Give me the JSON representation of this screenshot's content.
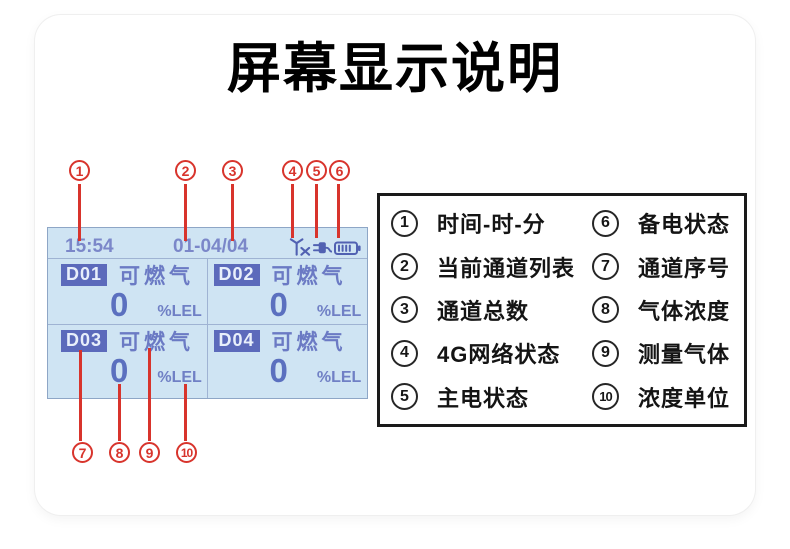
{
  "title": "屏幕显示说明",
  "screen": {
    "time": "15:54",
    "channel_list": "01-04/04",
    "status_icons": [
      "no-4g-signal-antenna",
      "main-power-plug",
      "backup-battery"
    ],
    "channels": [
      {
        "id": "D01",
        "gas": "可燃气",
        "value": "0",
        "unit": "%LEL"
      },
      {
        "id": "D02",
        "gas": "可燃气",
        "value": "0",
        "unit": "%LEL"
      },
      {
        "id": "D03",
        "gas": "可燃气",
        "value": "0",
        "unit": "%LEL"
      },
      {
        "id": "D04",
        "gas": "可燃气",
        "value": "0",
        "unit": "%LEL"
      }
    ]
  },
  "callouts": {
    "top": [
      "1",
      "2",
      "3",
      "4",
      "5",
      "6"
    ],
    "bottom": [
      "7",
      "8",
      "9",
      "10"
    ]
  },
  "legend": {
    "items": [
      {
        "num": "1",
        "label": "时间-时-分"
      },
      {
        "num": "2",
        "label": "当前通道列表"
      },
      {
        "num": "3",
        "label": "通道总数"
      },
      {
        "num": "4",
        "label": "4G网络状态"
      },
      {
        "num": "5",
        "label": "主电状态"
      },
      {
        "num": "6",
        "label": "备电状态"
      },
      {
        "num": "7",
        "label": "通道序号"
      },
      {
        "num": "8",
        "label": "气体浓度"
      },
      {
        "num": "9",
        "label": "测量气体"
      },
      {
        "num": "10",
        "label": "浓度单位"
      }
    ]
  },
  "colors": {
    "callout_red": "#d8342c",
    "lcd_background": "#cfe4f3",
    "lcd_ink": "#6b7ac4",
    "channel_chip": "#5c6abb",
    "legend_border": "#1a1a1a"
  }
}
